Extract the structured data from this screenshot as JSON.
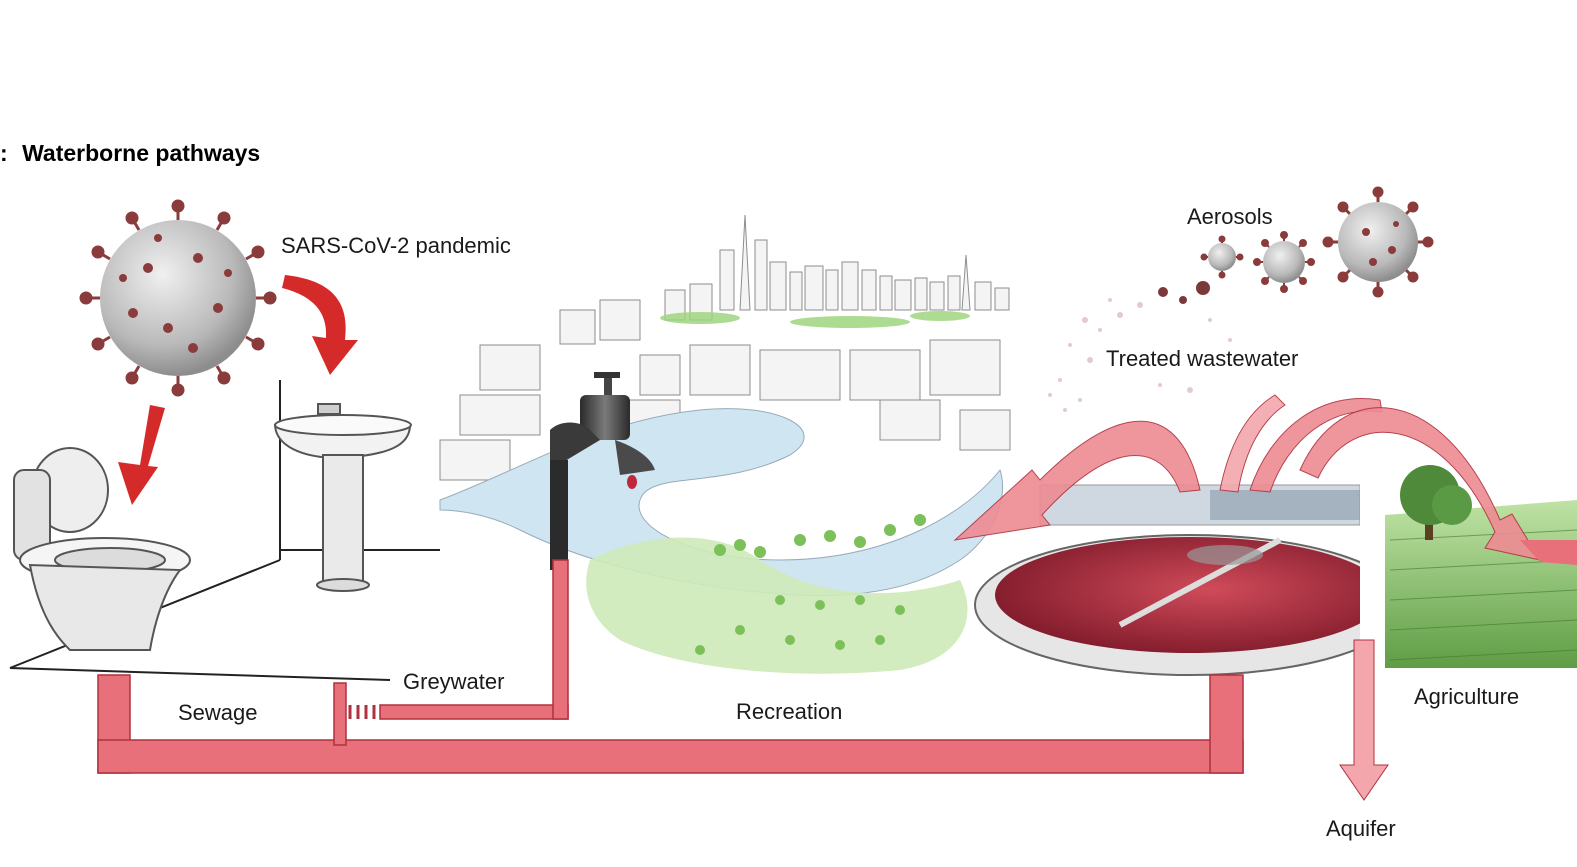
{
  "panel": {
    "marker": ":",
    "title": "Waterborne pathways"
  },
  "labels": {
    "pandemic": "SARS-CoV-2 pandemic",
    "aerosols": "Aerosols",
    "treated_wastewater": "Treated wastewater",
    "greywater": "Greywater",
    "sewage": "Sewage",
    "recreation": "Recreation",
    "agriculture": "Agriculture",
    "aquifer": "Aquifer"
  },
  "colors": {
    "pipe_fill": "#e8707b",
    "pipe_stroke": "#b0303e",
    "arrow_red": "#d42a2a",
    "arrow_pink": "#f3a7ad",
    "virus_body": "#c9c9c9",
    "virus_spike": "#8a3b3b",
    "water": "#cfe6f2",
    "tank_red": "#a8283a",
    "greenery": "#8fcf70"
  }
}
